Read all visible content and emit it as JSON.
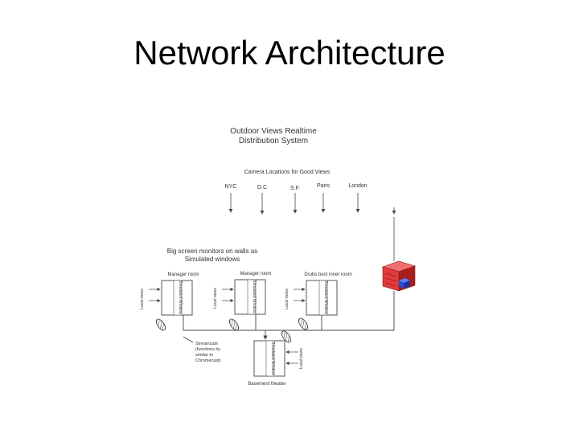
{
  "slide": {
    "title": "Network Architecture"
  },
  "diagram": {
    "system_title_line1": "Outdoor Views Realtime",
    "system_title_line2": "Distribution System",
    "camera_heading": "Camera Locations for Good Views",
    "cameras": [
      "NYC",
      "D.C",
      "S.F.",
      "Paris",
      "London"
    ],
    "monitors_line1": "Big screen monitors on walls as",
    "monitors_line2": "Simulated windows",
    "rooms": [
      "Manager room",
      "Manager room",
      "Drubs best inner room"
    ],
    "basement_label": "Basement theater",
    "screen_label": "Simulated Window",
    "local_label": "Local views",
    "device_line1": "Streamcast",
    "device_line2": "(functions by",
    "device_line3": "similar to",
    "device_line4": "Chromecast)",
    "colors": {
      "server_red": "#e23b3b",
      "server_dark": "#a81e1e",
      "server_blue": "#2b4fd1",
      "line": "#444444"
    }
  }
}
